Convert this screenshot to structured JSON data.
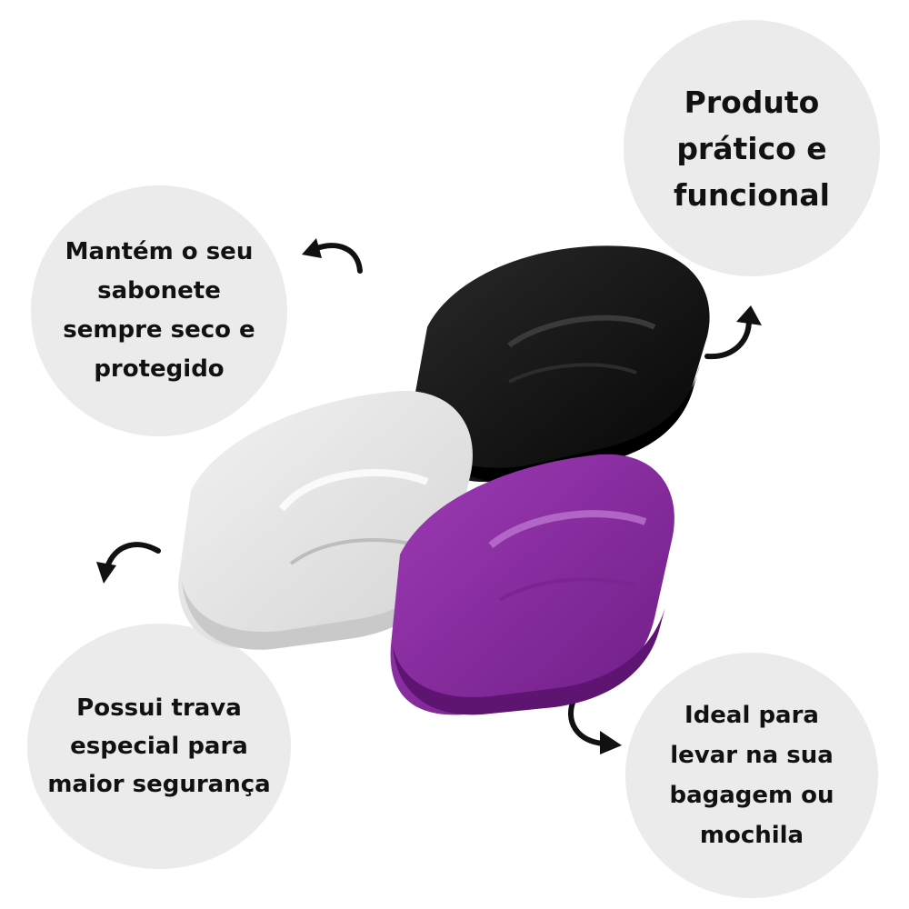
{
  "bubbles": {
    "top_right": "Produto\nprático e\nfuncional",
    "mid_left": "Mantém o seu\nsabonete\nsempre seco e\nprotegido",
    "bottom_left": "Possui trava\nespecial para\nmaior segurança",
    "bottom_right": "Ideal para\nlevar na sua\nbagagem ou\nmochila"
  },
  "products": [
    {
      "name": "black-soap-case",
      "color": "#111111"
    },
    {
      "name": "white-soap-case",
      "color": "#e6e6e6"
    },
    {
      "name": "purple-soap-case",
      "color": "#8a2aa0"
    }
  ],
  "icons": [
    "curved-arrow-icon"
  ]
}
